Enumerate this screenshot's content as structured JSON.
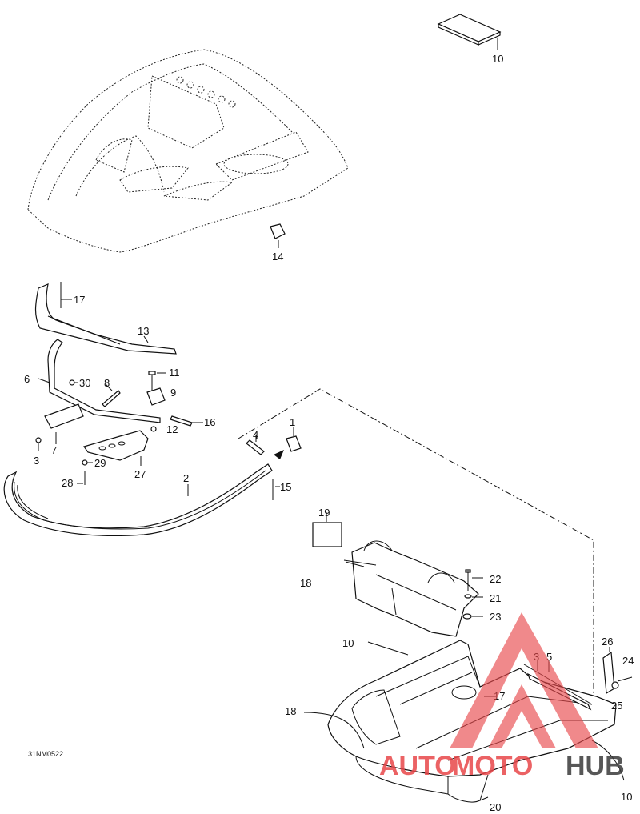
{
  "drawing_code": "31NM0522",
  "watermark": {
    "text_part1": "AUTO",
    "text_part2": "MOTO",
    "text_part3": "HUB",
    "color_red": "#e8474a",
    "color_dark": "#3a3a3a"
  },
  "callouts": [
    {
      "id": "c10a",
      "text": "10"
    },
    {
      "id": "c14",
      "text": "14"
    },
    {
      "id": "c17a",
      "text": "17"
    },
    {
      "id": "c13",
      "text": "13"
    },
    {
      "id": "c6",
      "text": "6"
    },
    {
      "id": "c30",
      "text": "30"
    },
    {
      "id": "c8",
      "text": "8"
    },
    {
      "id": "c11",
      "text": "11"
    },
    {
      "id": "c9",
      "text": "9"
    },
    {
      "id": "c16",
      "text": "16"
    },
    {
      "id": "c12",
      "text": "12"
    },
    {
      "id": "c1",
      "text": "1"
    },
    {
      "id": "c4",
      "text": "4"
    },
    {
      "id": "c3a",
      "text": "3"
    },
    {
      "id": "c7",
      "text": "7"
    },
    {
      "id": "c29",
      "text": "29"
    },
    {
      "id": "c27",
      "text": "27"
    },
    {
      "id": "c28",
      "text": "28"
    },
    {
      "id": "c2",
      "text": "2"
    },
    {
      "id": "c15",
      "text": "15"
    },
    {
      "id": "c19",
      "text": "19"
    },
    {
      "id": "c18a",
      "text": "18"
    },
    {
      "id": "c22",
      "text": "22"
    },
    {
      "id": "c21",
      "text": "21"
    },
    {
      "id": "c23",
      "text": "23"
    },
    {
      "id": "c10b",
      "text": "10"
    },
    {
      "id": "c26",
      "text": "26"
    },
    {
      "id": "c3b",
      "text": "3"
    },
    {
      "id": "c5",
      "text": "5"
    },
    {
      "id": "c24",
      "text": "24"
    },
    {
      "id": "c17b",
      "text": "17"
    },
    {
      "id": "c25",
      "text": "25"
    },
    {
      "id": "c18b",
      "text": "18"
    },
    {
      "id": "c20",
      "text": "20"
    },
    {
      "id": "c10c",
      "text": "10"
    }
  ]
}
